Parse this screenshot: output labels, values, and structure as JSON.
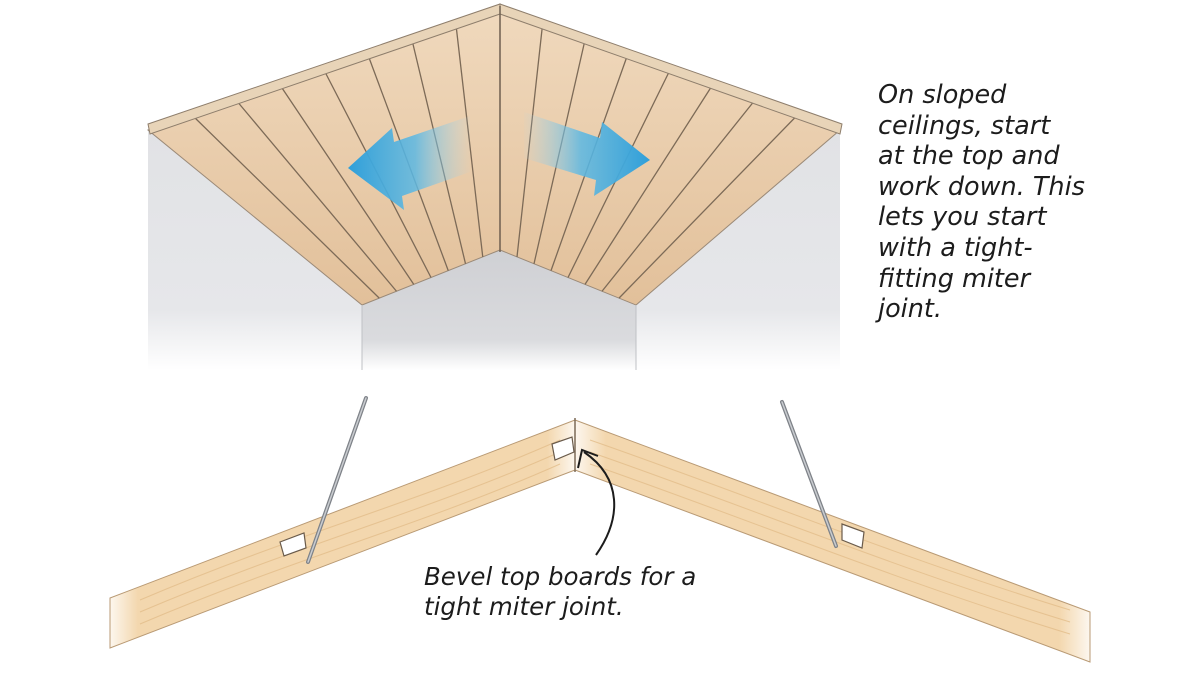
{
  "annotations": {
    "sloped_ceiling_tip": {
      "lines": [
        "On sloped",
        "ceilings, start",
        "at the top and",
        "work down. This",
        "lets you start",
        "with a tight-",
        "fitting miter",
        "joint."
      ]
    },
    "bevel_tip": {
      "lines": [
        "Bevel top boards for a",
        "tight miter joint."
      ]
    }
  },
  "colors": {
    "wood": "#f3d7ae",
    "wood_grain": "#e2bd8a",
    "board_seam": "#7c6a57",
    "wall": "#e3e4e7",
    "far_wall": "#d2d3d7",
    "arrow": "#3aa6dc",
    "nail": "#8f9399",
    "text": "#1c1c1c"
  },
  "icons": {
    "work_direction": "double-arrow-outward",
    "fastener": "finish-nail",
    "callout_pointer": "curved-arrow"
  }
}
